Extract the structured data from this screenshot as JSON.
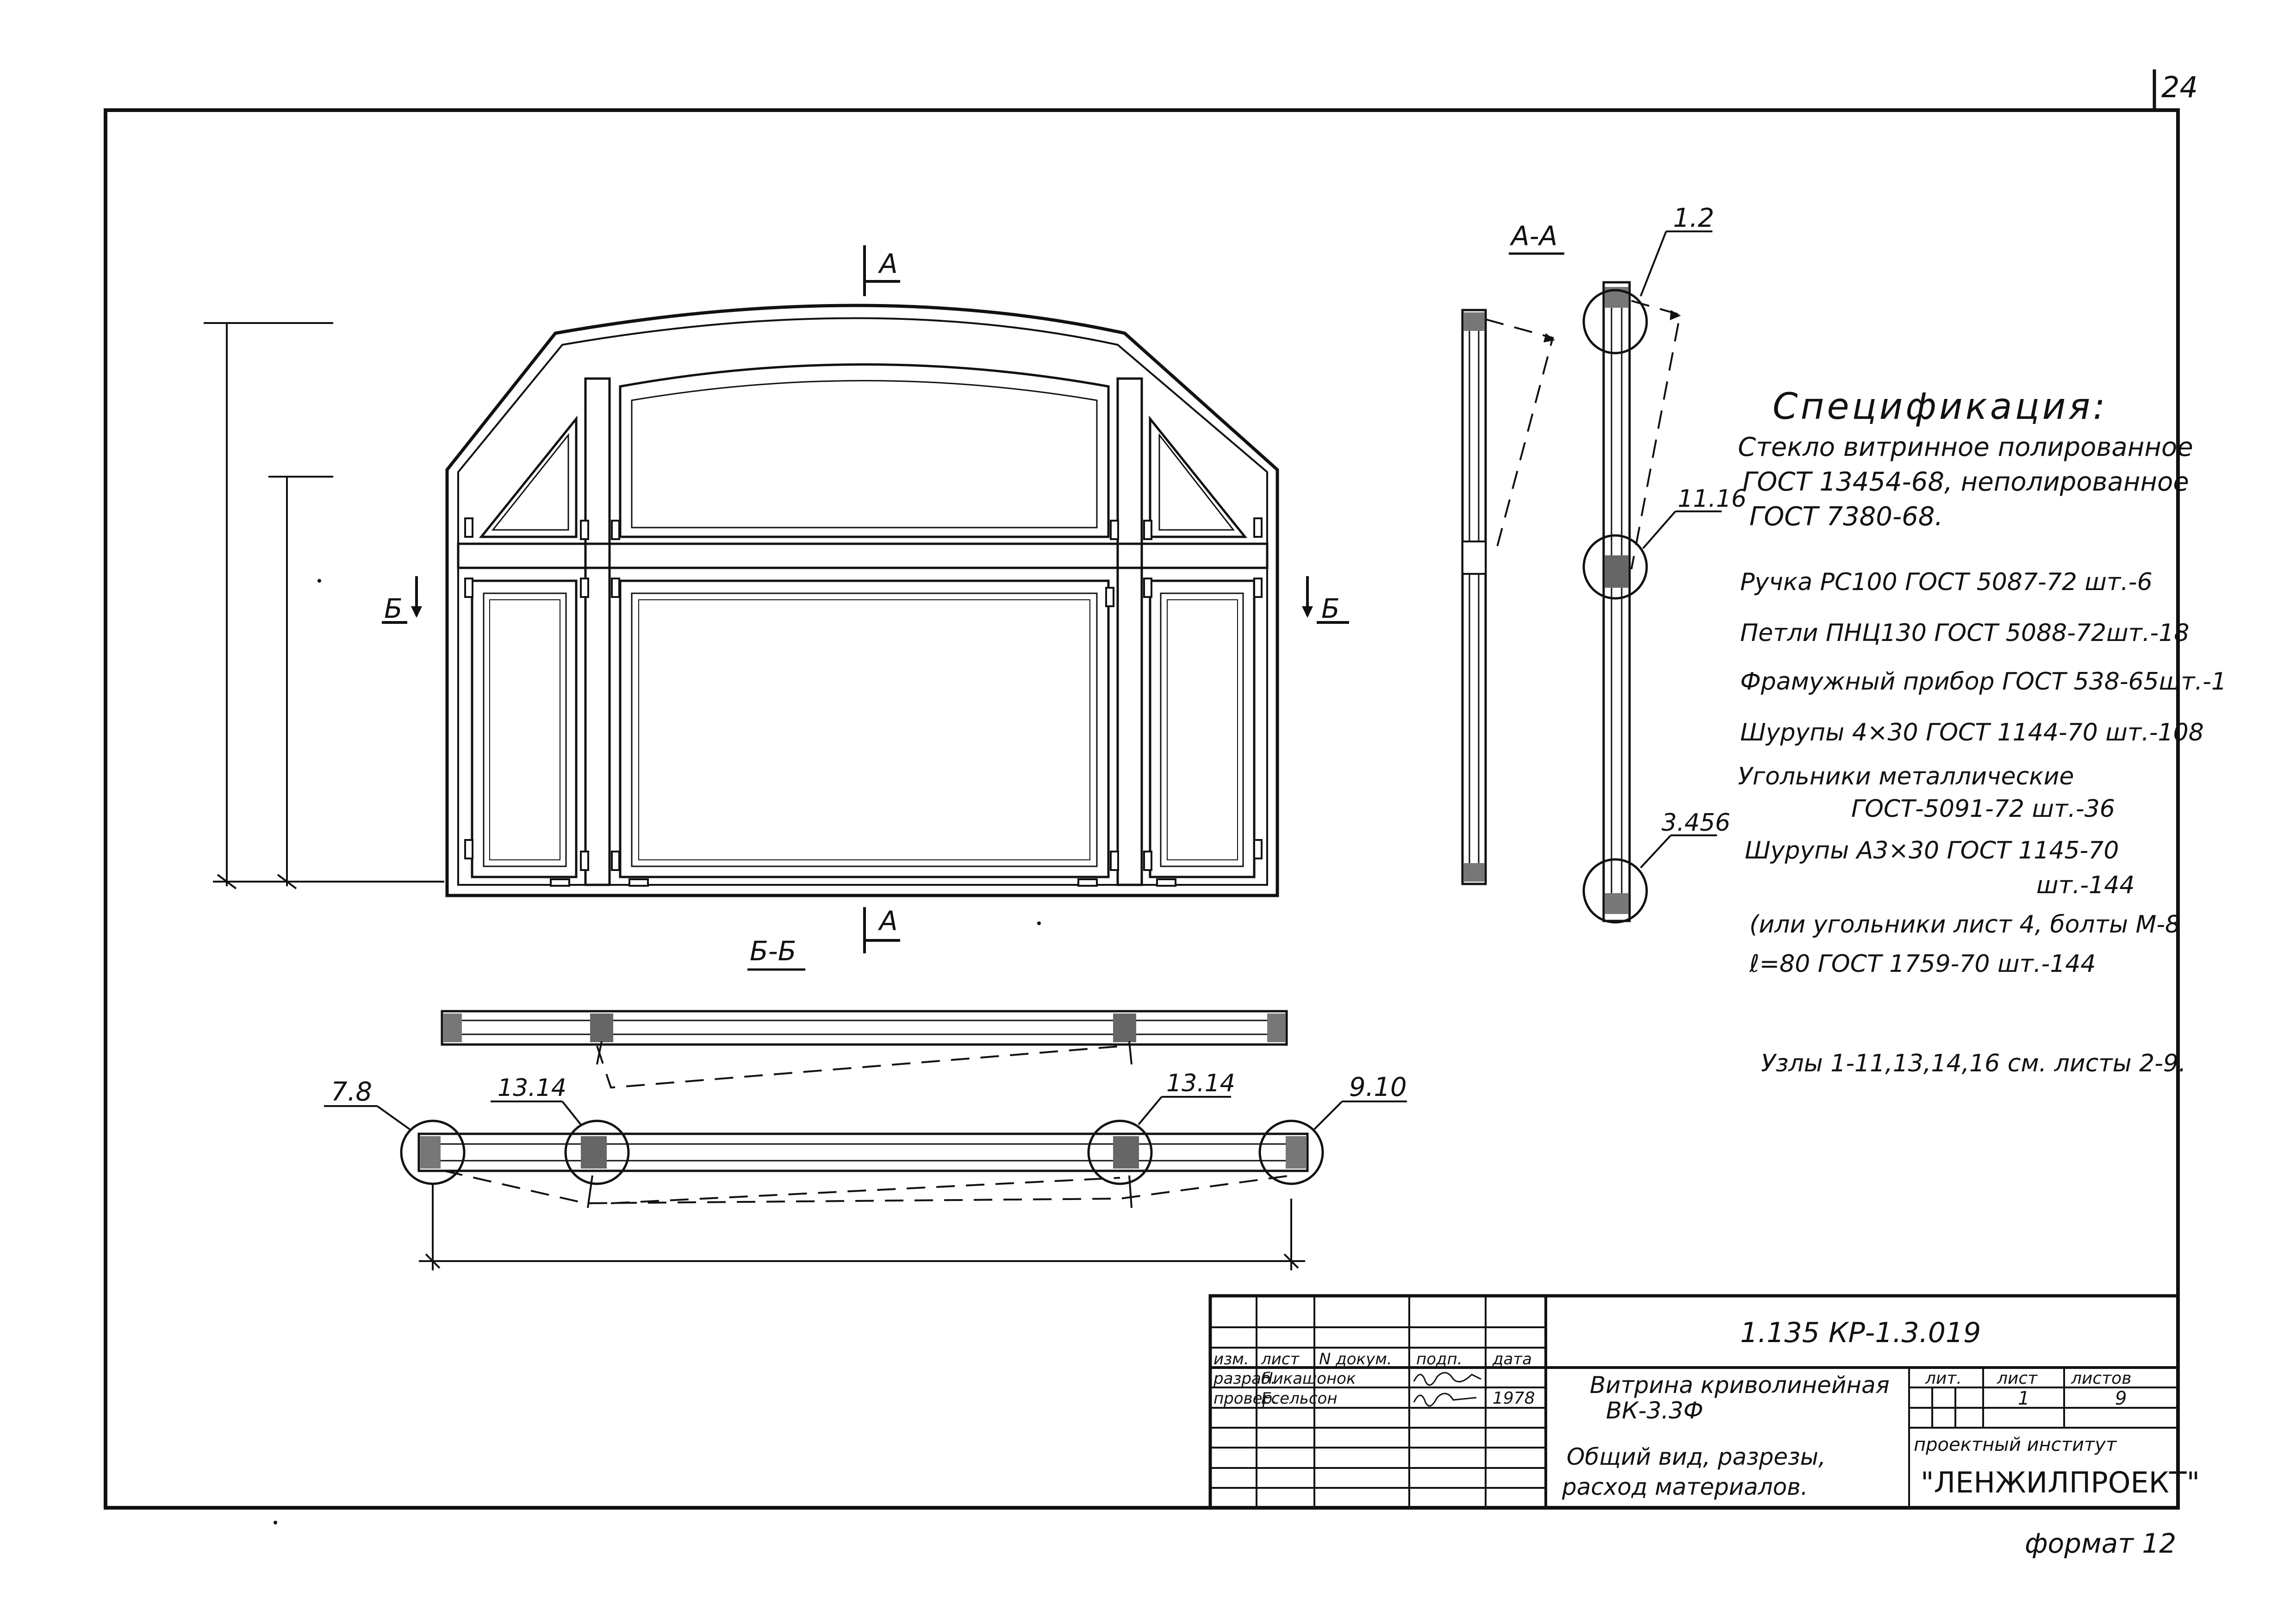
{
  "sheet_number": "24",
  "format_label": "формат 12",
  "section_marks": {
    "a_top": "А",
    "a_bottom": "А",
    "b_left": "Б",
    "b_right": "Б",
    "section_aa": "А-А",
    "section_bb": "Б-Б"
  },
  "node_callouts": {
    "n12": "1.2",
    "n1116": "11.16",
    "n3456": "3.456",
    "n78": "7.8",
    "n1314_left": "13.14",
    "n1314_right": "13.14",
    "n910": "9.10"
  },
  "specification": {
    "title": "Спецификация:",
    "lines": [
      "Стекло витринное полированное",
      "ГОСТ 13454-68, неполированное",
      "ГОСТ 7380-68.",
      "Ручка РС100 ГОСТ 5087-72 шт.-6",
      "Петли ПНЦ130 ГОСТ 5088-72шт.-18",
      "Фрамужный прибор ГОСТ 538-65шт.-1",
      "Шурупы 4×30 ГОСТ 1144-70 шт.-108",
      "Угольники металлические",
      "ГОСТ-5091-72 шт.-36",
      "Шурупы А3×30 ГОСТ 1145-70",
      "шт.-144",
      "(или угольники лист 4, болты М-8",
      "ℓ=80 ГОСТ 1759-70        шт.-144",
      "Узлы 1-11,13,14,16 см. листы 2-9."
    ]
  },
  "title_block": {
    "document_code": "1.135 КР-1.3.019",
    "header_cells": [
      "изм.",
      "лист",
      "N докум.",
      "подп.",
      "дата"
    ],
    "rows": [
      {
        "role": "разраб.",
        "name": "Никашонок",
        "sign": "",
        "date": ""
      },
      {
        "role": "провер.",
        "name": "Есельсон",
        "sign": "",
        "date": "1978"
      }
    ],
    "object_name_1": "Витрина криволинейная",
    "object_name_2": "ВК-3.3Ф",
    "sheet_desc_1": "Общий вид, разрезы,",
    "sheet_desc_2": "расход материалов.",
    "lit_label": "лит.",
    "list_label": "лист",
    "listov_label": "листов",
    "list_value": "1",
    "listov_value": "9",
    "institute_1": "проектный институт",
    "institute_2": "\"ЛЕНЖИЛПРОЕКТ\""
  }
}
